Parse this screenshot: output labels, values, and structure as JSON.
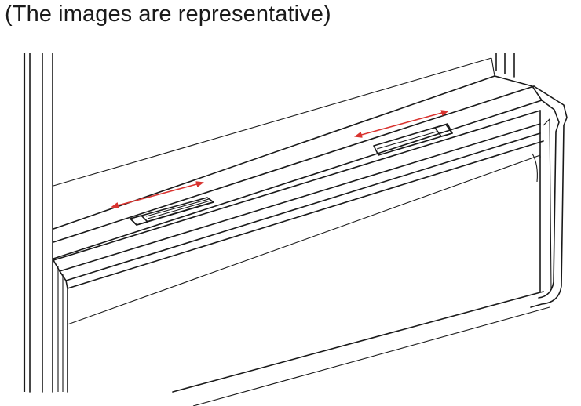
{
  "caption": "(The images are representative)",
  "colors": {
    "line": "#1a1a1a",
    "arrow": "#d9332f",
    "background": "#ffffff"
  },
  "arrows": [
    {
      "name": "left-slider-arrow",
      "direction": "bidirectional"
    },
    {
      "name": "right-slider-arrow",
      "direction": "bidirectional"
    }
  ]
}
